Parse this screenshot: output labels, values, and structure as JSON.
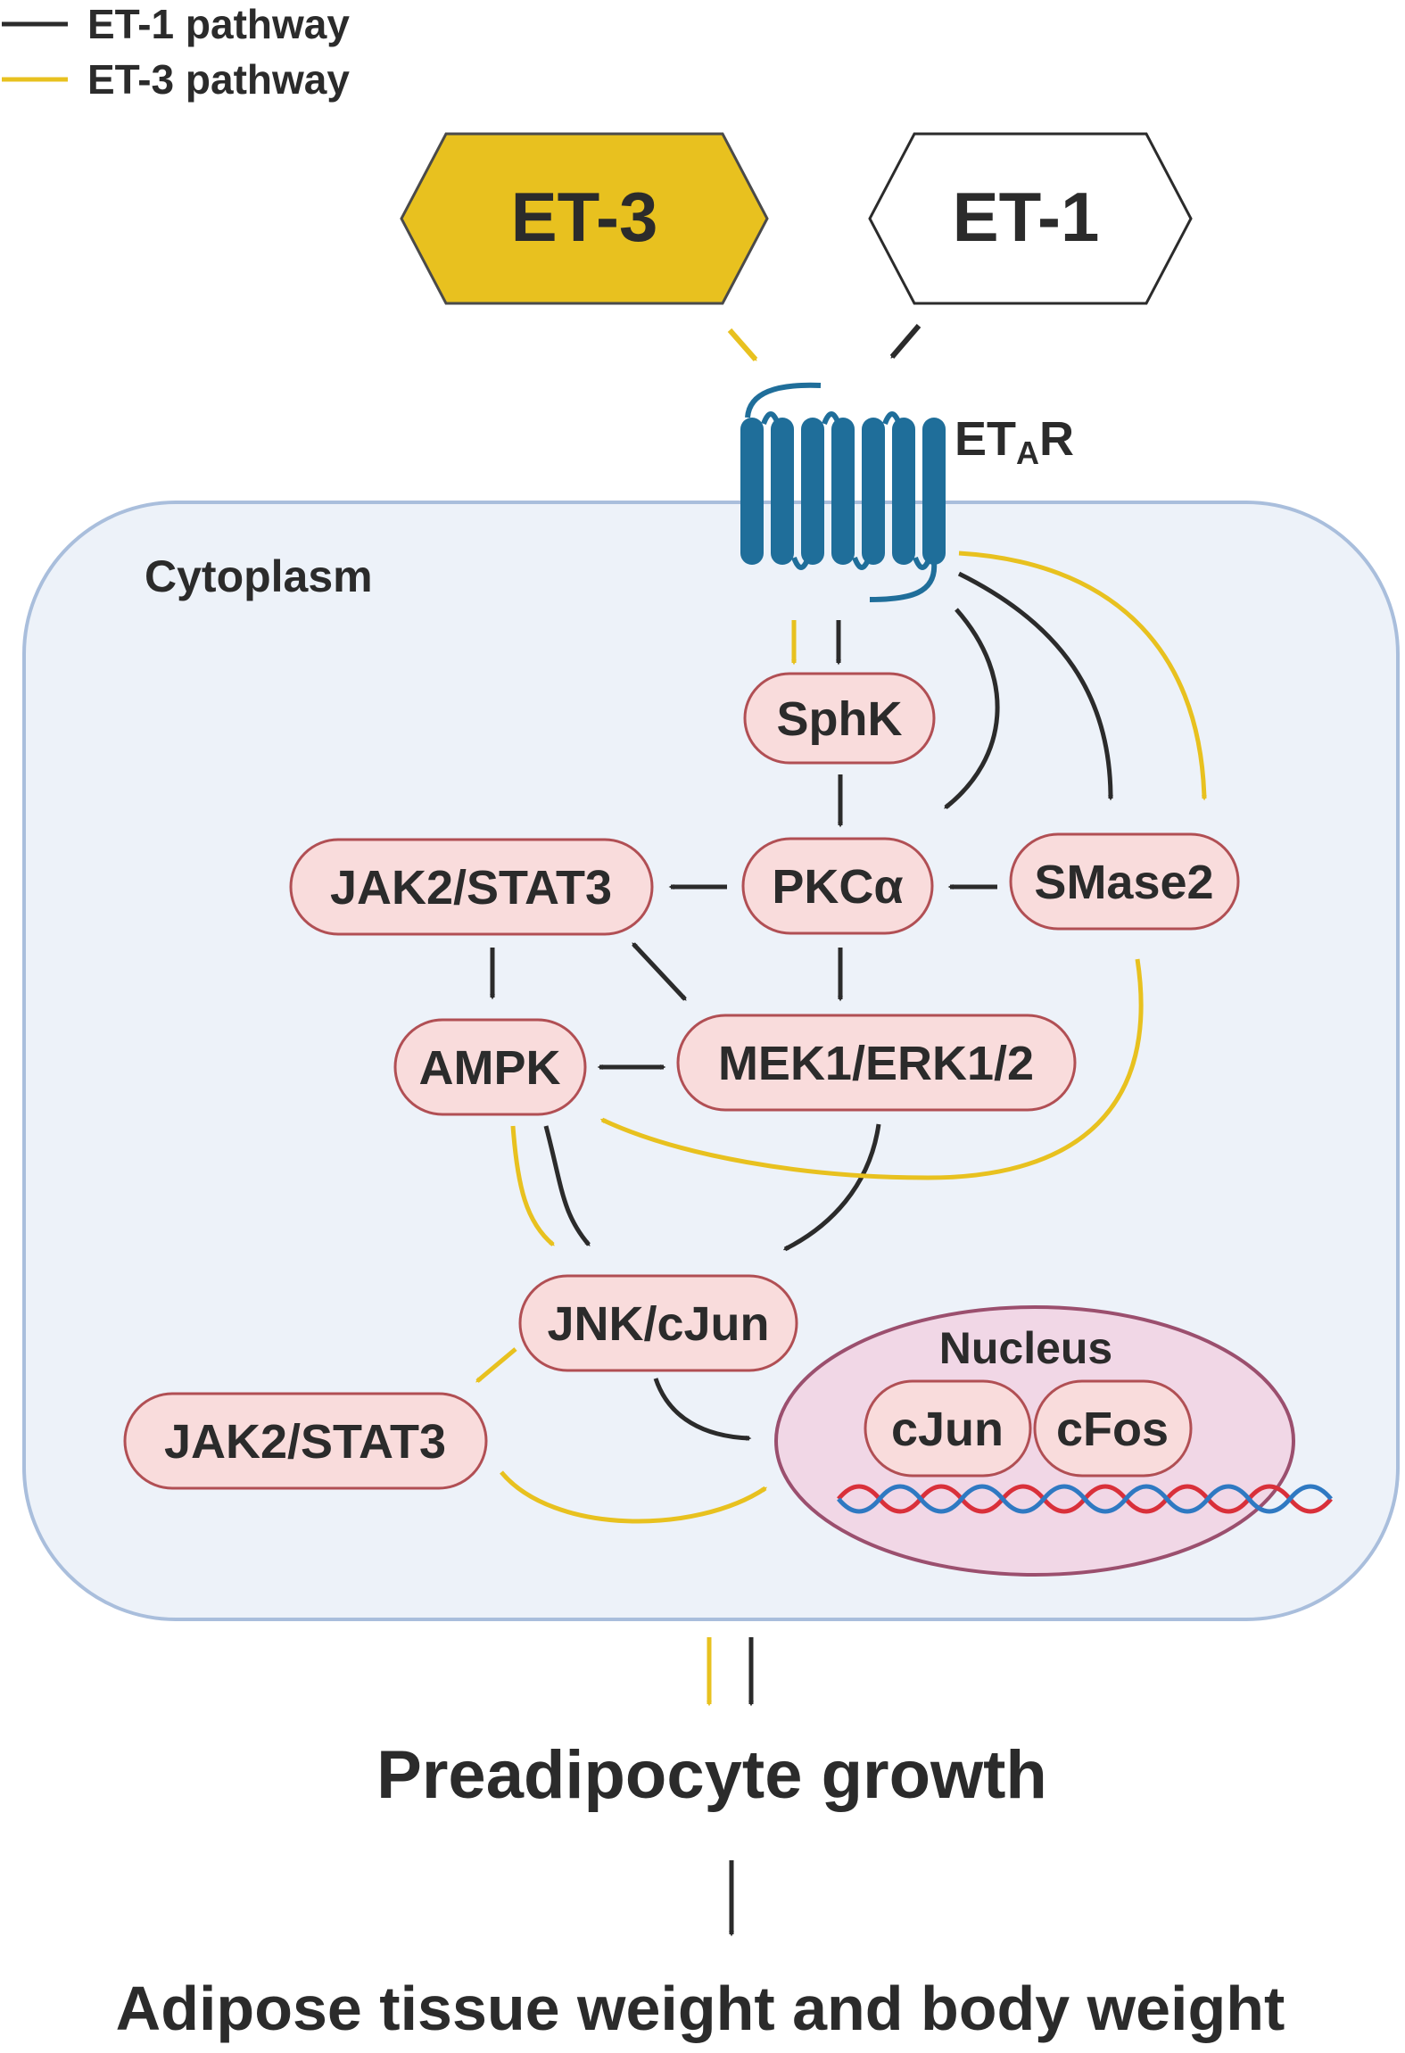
{
  "legend": {
    "items": [
      {
        "label": "ET-1 pathway",
        "color": "#2b2b2b"
      },
      {
        "label": "ET-3 pathway",
        "color": "#e8c11f"
      }
    ]
  },
  "ligands": {
    "et3": "ET-3",
    "et1": "ET-1"
  },
  "receptor": {
    "label_main": "ET",
    "label_sub": "A",
    "label_end": "R"
  },
  "cytoplasm": {
    "label": "Cytoplasm"
  },
  "nodes": {
    "sphk": "SphK",
    "pkca": "PKCα",
    "smase2": "SMase2",
    "jak2stat3_top": "JAK2/STAT3",
    "ampk": "AMPK",
    "mek_erk": "MEK1/ERK1/2",
    "jnk_cjun": "JNK/cJun",
    "jak2stat3_bottom": "JAK2/STAT3"
  },
  "nucleus": {
    "label": "Nucleus",
    "cjun": "cJun",
    "cfos": "cFos"
  },
  "outcomes": {
    "growth": "Preadipocyte growth",
    "weight": "Adipose tissue weight and body weight"
  },
  "colors": {
    "et1_arrow": "#2b2b2b",
    "et3_arrow": "#e8c11f",
    "et3_fill": "#e8c11f",
    "node_fill": "#f9dcdc",
    "node_stroke": "#b14f54",
    "cytoplasm_fill": "#edf2f9",
    "cytoplasm_stroke": "#a9bedc",
    "nucleus_fill": "#f1d7e6",
    "nucleus_stroke": "#9b4f6e",
    "receptor": "#1f6e9a",
    "dna_red": "#d9303a",
    "dna_blue": "#2f79c2"
  }
}
